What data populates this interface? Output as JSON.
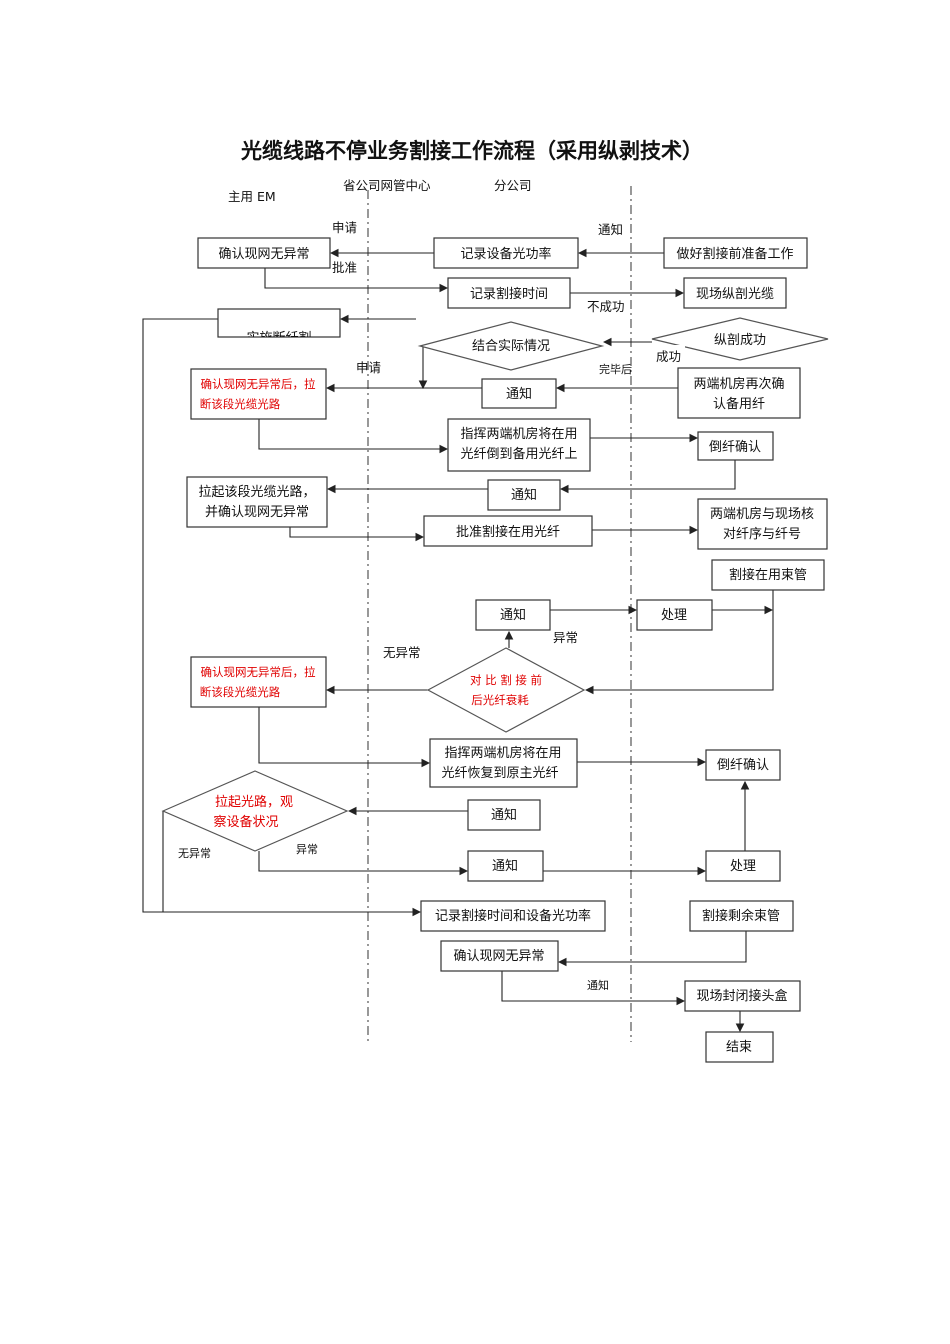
{
  "title": "光缆线路不停业务割接工作流程（采用纵剥技术）",
  "lanes": [
    "主用 EM",
    "省公司网管中心",
    "分公司"
  ],
  "nodes": {
    "confirm_network_1": "确认现网无异常",
    "record_power": "记录设备光功率",
    "prepare": "做好割接前准备工作",
    "record_time": "记录割接时间",
    "field_strip": "现场纵剖光缆",
    "implement_cut": "实施断纤割",
    "combine_actual": "结合实际情况",
    "strip_success": "纵剖成功",
    "red_confirm_1": [
      "确认现网无异常后，拉",
      "断该段光缆光路"
    ],
    "notify_1": "通知",
    "reconfirm_spare": [
      "两端机房再次确",
      "认备用纤"
    ],
    "direct_switch": [
      "指挥两端机房将在用",
      "光纤倒到备用光纤上"
    ],
    "switch_confirm_1": "倒纤确认",
    "pull_up_confirm": [
      "拉起该段光缆光路，",
      "并确认现网无异常"
    ],
    "notify_2": "通知",
    "approve_cut": "批准割接在用光纤",
    "verify_fiber": [
      "两端机房与现场核",
      "对纤序与纤号"
    ],
    "cut_tube": "割接在用束管",
    "notify_3": "通知",
    "handle_1": "处理",
    "compare_loss": [
      "对 比 割 接 前",
      "后光纤衰耗"
    ],
    "red_confirm_2": [
      "确认现网无异常后，拉",
      "断该段光缆光路"
    ],
    "direct_restore": [
      "指挥两端机房将在用",
      "光纤恢复到原主光纤"
    ],
    "switch_confirm_2": "倒纤确认",
    "observe": [
      "拉起光路，观",
      "察设备状况"
    ],
    "notify_4": "通知",
    "notify_5": "通知",
    "handle_2": "处理",
    "record_time_power": "记录割接时间和设备光功率",
    "cut_remaining": "割接剩余束管",
    "confirm_network_2": "确认现网无异常",
    "close_box": "现场封闭接头盒",
    "end": "结束"
  },
  "edge_labels": {
    "apply_1": "申请",
    "approve": "批准",
    "notify_top": "通知",
    "fail": "不成功",
    "success": "成功",
    "after_done": "完毕后",
    "apply_2": "申请",
    "abnormal_1": "异常",
    "normal_1": "无异常",
    "normal_2": "无异常",
    "abnormal_2": "异常",
    "notify_bottom": "通知"
  }
}
